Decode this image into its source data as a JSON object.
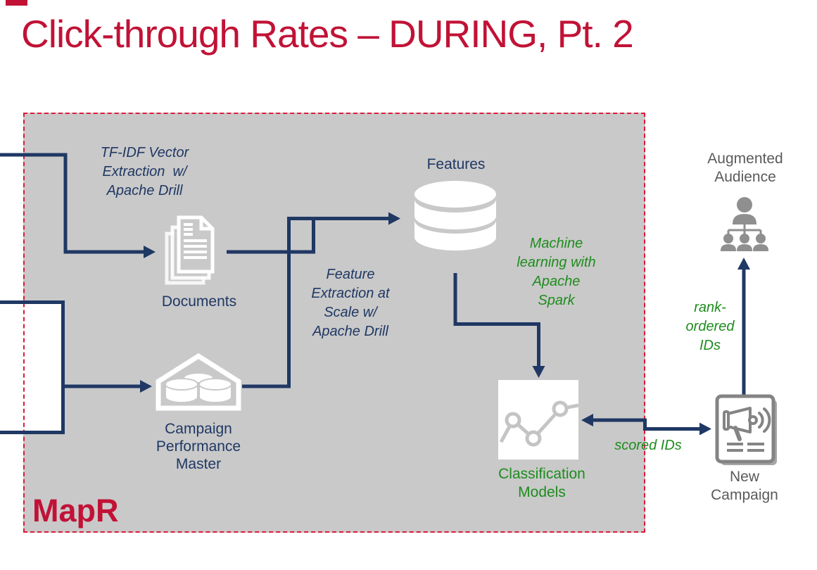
{
  "slide": {
    "title": "Click-through Rates – DURING, Pt. 2",
    "brand": "MapR"
  },
  "colors": {
    "title_red": "#C11236",
    "dashed_border_red": "#DC1A3C",
    "panel_gray": "#C9C9C9",
    "connector_navy": "#1F3864",
    "annotation_green": "#1E8C1E",
    "icon_gray": "#8F8F8F",
    "label_gray": "#5A5A5A",
    "icon_white": "#FFFFFF"
  },
  "nodes": {
    "documents": {
      "label": "Documents",
      "icon": "documents-icon"
    },
    "features": {
      "label": "Features",
      "icon": "database-icon"
    },
    "campaign_performance_master": {
      "label": "Campaign\nPerformance\nMaster",
      "icon": "warehouse-database-icon"
    },
    "classification_models": {
      "label": "Classification\nModels",
      "icon": "line-chart-icon"
    },
    "new_campaign": {
      "label": "New\nCampaign",
      "icon": "megaphone-page-icon"
    },
    "augmented_audience": {
      "label": "Augmented\nAudience",
      "icon": "audience-org-icon"
    }
  },
  "annotations": {
    "tfidf": "TF-IDF Vector\nExtraction  w/\nApache Drill",
    "feature_extraction": "Feature\nExtraction at\nScale w/\nApache Drill",
    "ml_spark": "Machine\nlearning with\nApache\nSpark",
    "scored_ids": "scored IDs",
    "rank_ordered_ids": "rank-\nordered\nIDs"
  }
}
